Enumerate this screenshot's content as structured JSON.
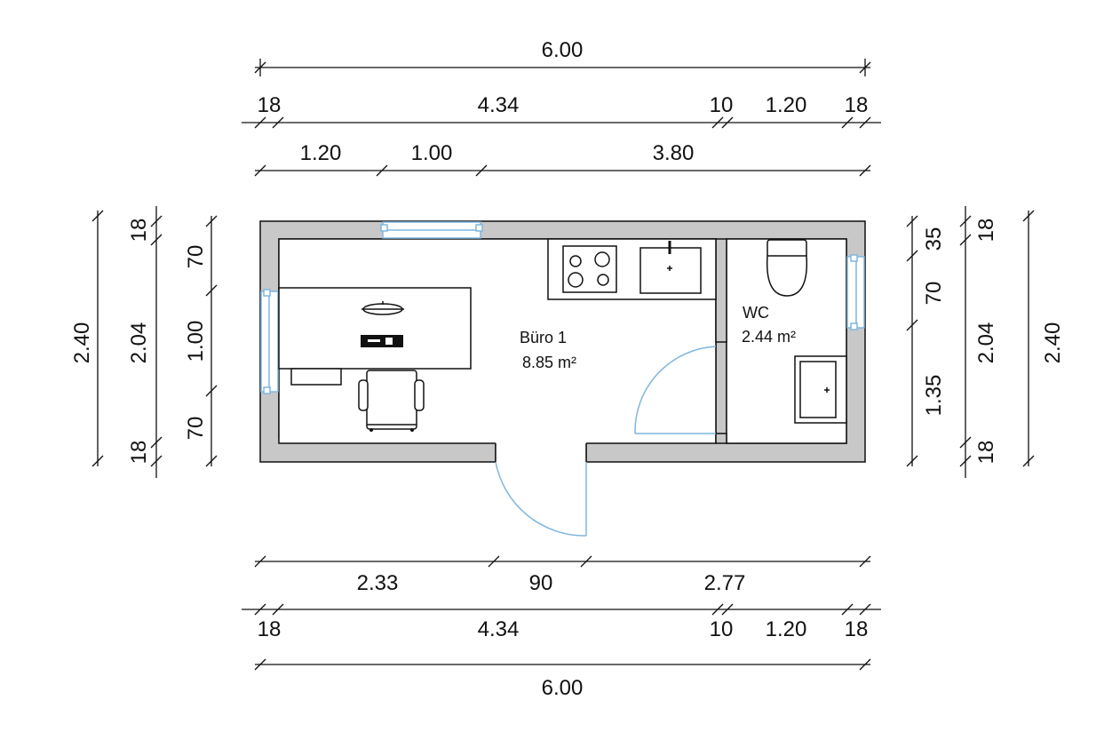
{
  "rooms": {
    "office_name": "Büro 1",
    "office_area": "8.85 m²",
    "wc_name": "WC",
    "wc_area": "2.44 m²"
  },
  "dimensions": {
    "top_overall": "6.00",
    "top_walls": [
      "18",
      "4.34",
      "10",
      "1.20",
      "18"
    ],
    "top_openings": [
      "1.20",
      "1.00",
      "3.80"
    ],
    "left_outer": "2.40",
    "left_inner": [
      "18",
      "2.04",
      "18"
    ],
    "left_openings": [
      "70",
      "1.00",
      "70"
    ],
    "right_openings": [
      "35",
      "70",
      "1.35"
    ],
    "right_inner": [
      "18",
      "2.04",
      "18"
    ],
    "right_outer": "2.40",
    "bottom_openings": [
      "2.33",
      "90",
      "2.77"
    ],
    "bottom_walls": [
      "18",
      "4.34",
      "10",
      "1.20",
      "18"
    ],
    "bottom_overall": "6.00"
  }
}
